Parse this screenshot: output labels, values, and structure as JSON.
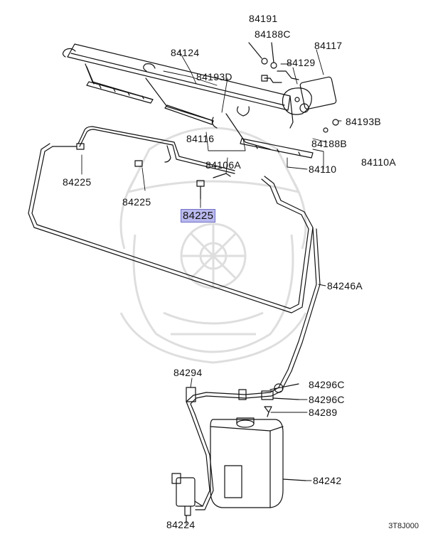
{
  "labels": {
    "p84191": "84191",
    "p84188c": "84188C",
    "p84117": "84117",
    "p84124": "84124",
    "p84129": "84129",
    "p84193d": "84193D",
    "p84193b": "84193B",
    "p84116": "84116",
    "p84188b": "84188B",
    "p84110a": "84110A",
    "p84110": "84110",
    "p84106a": "84106A",
    "p84225_left": "84225",
    "p84225_mid": "84225",
    "p84225_sel": "84225",
    "p84246a": "84246A",
    "p84294": "84294",
    "p84296c_top": "84296C",
    "p84296c_bot": "84296C",
    "p84289": "84289",
    "p84242": "84242",
    "p84224": "84224"
  },
  "diagram_code": "3T8J000",
  "colors": {
    "line": "#111111",
    "highlight": "#b9b9ee",
    "watermark": "#cfcfcf"
  }
}
